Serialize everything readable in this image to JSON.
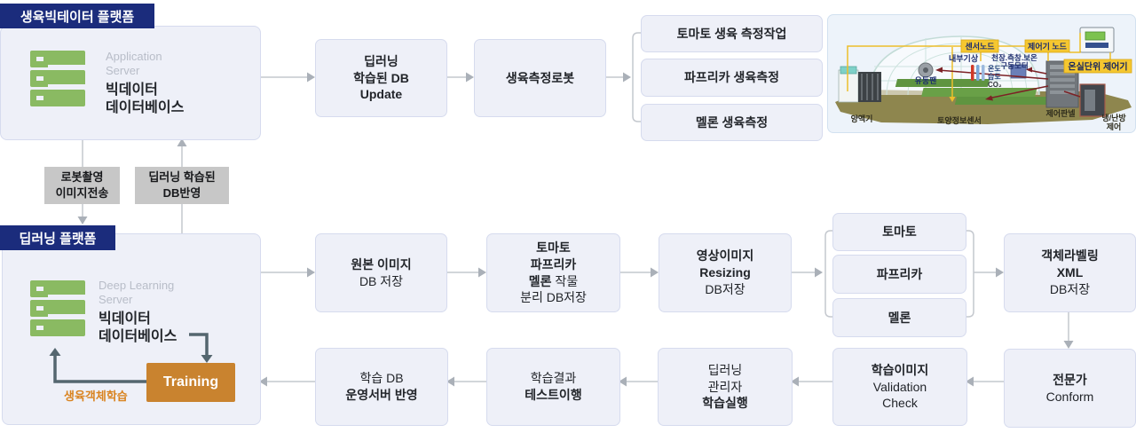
{
  "colors": {
    "accent_navy": "#1b2c7c",
    "node_fill": "#eef0f8",
    "node_border": "#d6dbee",
    "wire": "#c4c8ce",
    "training_orange": "#c9832f",
    "caption_orange": "#d9831f",
    "server_green": "#8aba62",
    "tag_gray": "#c7c7c7",
    "dark_arrow": "#54666f",
    "label_yellow": "#f5c730",
    "ground_olive": "#8e864e"
  },
  "platform_top": {
    "header": "생육빅테이터 플랫폼",
    "server_type_l1": "Application",
    "server_type_l2": "Server",
    "server_name_l1": "빅데이터",
    "server_name_l2": "데이터베이스"
  },
  "platform_bottom": {
    "header": "딥러닝 플랫폼",
    "server_type_l1": "Deep Learning",
    "server_type_l2": "Server",
    "server_name_l1": "빅데이터",
    "server_name_l2": "데이터베이스",
    "training_label": "Training",
    "training_caption": "생육객체학습"
  },
  "transfer": {
    "robot_l1": "로봇촬영",
    "robot_l2": "이미지전송",
    "feedback_l1": "딥러닝 학습된",
    "feedback_l2": "DB반영"
  },
  "top_flow": {
    "db_update": {
      "l1": "딥러닝",
      "l2": "학습된 DB",
      "l3": "Update"
    },
    "robot": "생육측정로봇",
    "tasks": [
      "토마토 생육 측정작업",
      "파프리카 생육측정",
      "멜론 생육측정"
    ]
  },
  "mid_flow": {
    "original": {
      "l1": "원본 이미지",
      "l2": "DB 저장"
    },
    "separate": {
      "l1": "토마토",
      "l2": "파프리카",
      "l3a": "멜론",
      "l3b": " 작물",
      "l4": "분리 DB저장"
    },
    "resizing": {
      "l1": "영상이미지",
      "l2": "Resizing",
      "l3": "DB저장"
    },
    "crops": [
      "토마토",
      "파프리카",
      "멜론"
    ],
    "labeling": {
      "l1": "객체라벨링",
      "l2": "XML",
      "l3": "DB저장"
    }
  },
  "bottom_flow": {
    "conform": {
      "l1": "전문가",
      "l2": "Conform"
    },
    "validation": {
      "l1": "학습이미지",
      "l2": "Validation",
      "l3": "Check"
    },
    "train_exec": {
      "l1": "딥러닝",
      "l2": "관리자",
      "l3": "학습실행"
    },
    "test": {
      "l1": "학습결과",
      "l2": "테스트이행"
    },
    "deploy": {
      "l1": "학습 DB",
      "l2": "운영서버 반영"
    }
  },
  "greenhouse": {
    "sensor_node": "센서노드",
    "controller_node": "제어기 노드",
    "unit_controller": "온실단위 제어기",
    "inner_weather": "내부기상",
    "motor_l1": "천장.측창.보온",
    "motor_l2": "구동모터",
    "temp": "온도",
    "humidity": "습도",
    "co2": "CO₂",
    "fan": "유동팬",
    "nutrient": "양액기",
    "soil_sensor": "토양정보센서",
    "panel": "제어판넬",
    "hvac_l1": "냉/난방",
    "hvac_l2": "제어"
  }
}
